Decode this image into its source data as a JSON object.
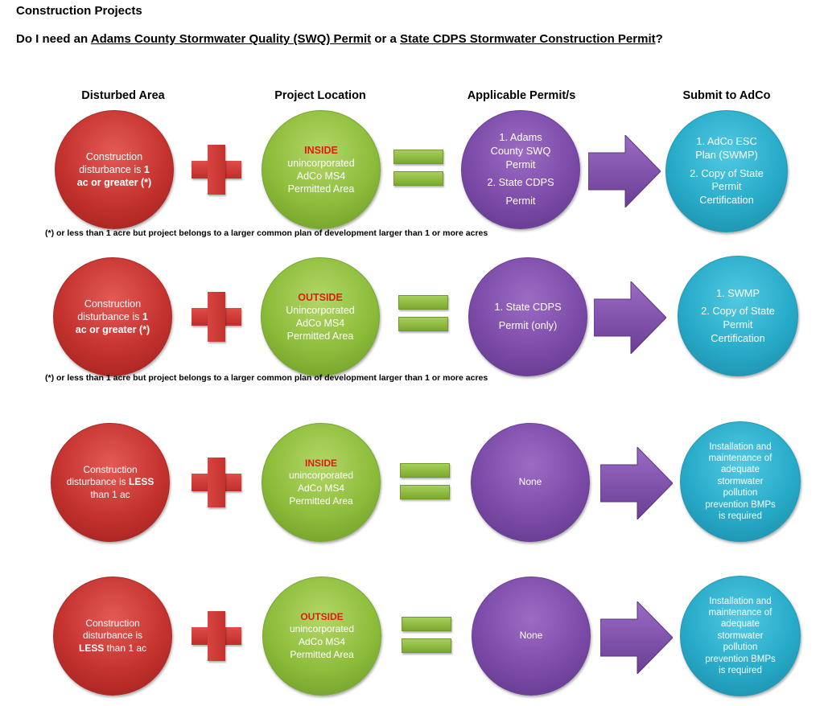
{
  "title": "Construction Projects",
  "question": {
    "prefix": "Do I need an ",
    "permit_a": "Adams County Stormwater Quality (SWQ) Permit",
    "middle": " or a ",
    "permit_b": "State CDPS Stormwater Construction Permit",
    "suffix": "?"
  },
  "columns": {
    "disturbed_area": "Disturbed Area",
    "project_location": "Project Location",
    "applicable_permits": "Applicable Permit/s",
    "submit_to": "Submit to AdCo"
  },
  "footnote": "(*) or less than 1 acre but project belongs to a larger common plan of development larger than 1 or more  acres",
  "rows": [
    {
      "disturbed": {
        "l1": "Construction",
        "l2": "disturbance is ",
        "l2b": "1",
        "l3": "ac or greater (*)"
      },
      "location": {
        "word": "INSIDE",
        "l1": "unincorporated",
        "l2": "AdCo MS4",
        "l3": "Permitted Area"
      },
      "permit": {
        "l1": "1. Adams",
        "l2": "County SWQ",
        "l3": "Permit",
        "l4": "2. State CDPS",
        "l5": "Permit"
      },
      "submit": {
        "l1": "1. AdCo ESC",
        "l2": "Plan (SWMP)",
        "l3": "2. Copy of State",
        "l4": "Permit",
        "l5": "Certification"
      }
    },
    {
      "disturbed": {
        "l1": "Construction",
        "l2": "disturbance is ",
        "l2b": "1",
        "l3": "ac or greater (*)"
      },
      "location": {
        "word": "OUTSIDE",
        "l1": "Unincorporated",
        "l2": "AdCo MS4",
        "l3": "Permitted Area"
      },
      "permit": {
        "l1": "1. State CDPS",
        "l2": "Permit (only)"
      },
      "submit": {
        "l1": "1.  SWMP",
        "l2": "2.  Copy of State",
        "l3": "Permit",
        "l4": "Certification"
      }
    },
    {
      "disturbed": {
        "l1": "Construction",
        "l2": "disturbance is ",
        "l2b": "LESS",
        "l3": "than 1 ac"
      },
      "location": {
        "word": "INSIDE",
        "l1": "unincorporated",
        "l2": "AdCo MS4",
        "l3": "Permitted Area"
      },
      "permit": {
        "l1": "None"
      },
      "submit": {
        "l1": "Installation and",
        "l2": "maintenance of",
        "l3": "adequate",
        "l4": "stormwater",
        "l5": "pollution",
        "l6": "prevention BMPs",
        "l7": "is required"
      }
    },
    {
      "disturbed": {
        "l1": "Construction",
        "l2": "disturbance is",
        "l3b": "LESS",
        "l3": " than 1 ac"
      },
      "location": {
        "word": "OUTSIDE",
        "l1": "unincorporated",
        "l2": "AdCo MS4",
        "l3": "Permitted Area"
      },
      "permit": {
        "l1": "None"
      },
      "submit": {
        "l1": "Installation and",
        "l2": "maintenance of",
        "l3": "adequate",
        "l4": "stormwater",
        "l5": "pollution",
        "l6": "prevention BMPs",
        "l7": "is required"
      }
    }
  ]
}
